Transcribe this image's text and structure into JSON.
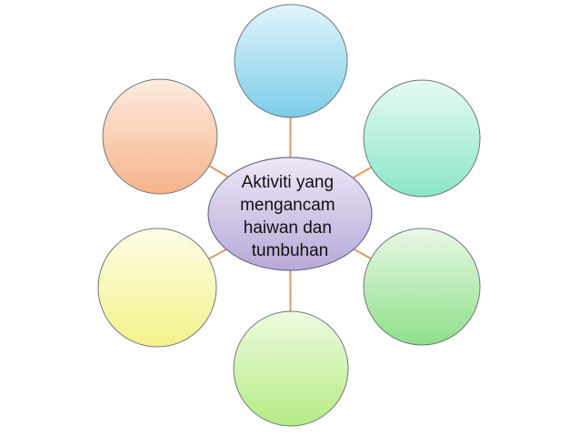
{
  "center": {
    "lines": [
      "Aktiviti yang",
      "mengancam",
      "haiwan dan",
      "tumbuhan"
    ]
  },
  "colors": {
    "connector": "#e0995e",
    "center_fill_light": "#ede8f6",
    "center_fill_dark": "#b8a9d8",
    "center_stroke": "#6a6f8f"
  },
  "satellites": [
    {
      "id": "top",
      "fill_light": "#e3f4fc",
      "fill_dark": "#7ccde8",
      "stroke": "#6f7780"
    },
    {
      "id": "top-right",
      "fill_light": "#e6faf3",
      "fill_dark": "#8ae6c8",
      "stroke": "#6f7780"
    },
    {
      "id": "bottom-right",
      "fill_light": "#e8f8e5",
      "fill_dark": "#8fe08a",
      "stroke": "#6f7780"
    },
    {
      "id": "bottom",
      "fill_light": "#eefbe0",
      "fill_dark": "#b5eb84",
      "stroke": "#6f7780"
    },
    {
      "id": "bottom-left",
      "fill_light": "#fefde6",
      "fill_dark": "#f3f28a",
      "stroke": "#6f7780"
    },
    {
      "id": "top-left",
      "fill_light": "#fdecdf",
      "fill_dark": "#f5b38a",
      "stroke": "#6f7780"
    }
  ]
}
